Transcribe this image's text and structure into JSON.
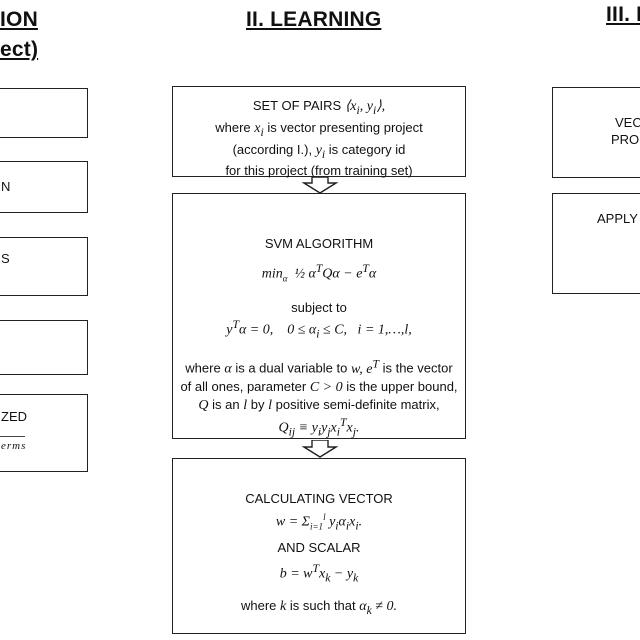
{
  "left_column": {
    "heading_line1": "ION",
    "heading_line2": "ect)",
    "boxes": [
      {
        "text": ""
      },
      {
        "text": "N"
      },
      {
        "text": "S"
      },
      {
        "text": ""
      },
      {
        "text": "ZED",
        "subtext": "erms"
      }
    ]
  },
  "middle_column": {
    "heading": "II. LEARNING",
    "pairs_box": {
      "line1": "SET OF PAIRS",
      "line1_math": "⟨x<sub>i</sub>, y<sub>i</sub>⟩,",
      "line2_pre": "where",
      "line2_math": "x<sub>i</sub>",
      "line2_post": "is vector presenting project",
      "line3_pre": "(according I.),",
      "line3_math": "y<sub>i</sub>",
      "line3_post": "is category id",
      "line4": "for this project (from training set)"
    },
    "svm_box": {
      "title": "SVM ALGORITHM",
      "objective": "min<sub style=\"font-size:9px\">α</sub> &nbsp;½ α<sup>T</sup>Qα − e<sup>T</sup>α",
      "subject_to": "subject to",
      "constraints": "y<sup>T</sup>α = 0, &nbsp;&nbsp; 0 ≤ α<sub>i</sub> ≤ C, &nbsp; i = 1,…,l,",
      "desc1_pre": "where",
      "desc1_m1": "α",
      "desc1_mid": "is a dual variable to",
      "desc1_m2": "w, e<sup>T</sup>",
      "desc1_post": "is the vector",
      "desc2_pre": "of all ones, parameter",
      "desc2_math": "C &gt; 0",
      "desc2_post": "is the upper bound,",
      "desc3_m1": "Q",
      "desc3_a": "is an",
      "desc3_m2": "l",
      "desc3_b": "by",
      "desc3_m3": "l",
      "desc3_c": "positive semi-definite matrix,",
      "desc4_math": "Q<sub>ij</sub> ≡ y<sub>i</sub>y<sub>j</sub>x<sub>i</sub><sup>T</sup>x<sub>j</sub>."
    },
    "calc_box": {
      "title": "CALCULATING VECTOR",
      "w_formula": "w = Σ<sub style=\"font-size:9px\">i=1</sub><sup style=\"font-size:9px\">l</sup> y<sub>i</sub>α<sub>i</sub>x<sub>i</sub>.",
      "and_scalar": "AND SCALAR",
      "b_formula": "b = w<sup>T</sup>x<sub>k</sub> − y<sub>k</sub>",
      "where_pre": "where",
      "where_math": "k",
      "where_mid": "is such that",
      "where_cond": "α<sub>k</sub> ≠ 0."
    }
  },
  "right_column": {
    "heading": "III. I",
    "boxes": [
      {
        "line1": "VEC",
        "line2": "PRO"
      },
      {
        "line1": "APPLY"
      }
    ]
  }
}
